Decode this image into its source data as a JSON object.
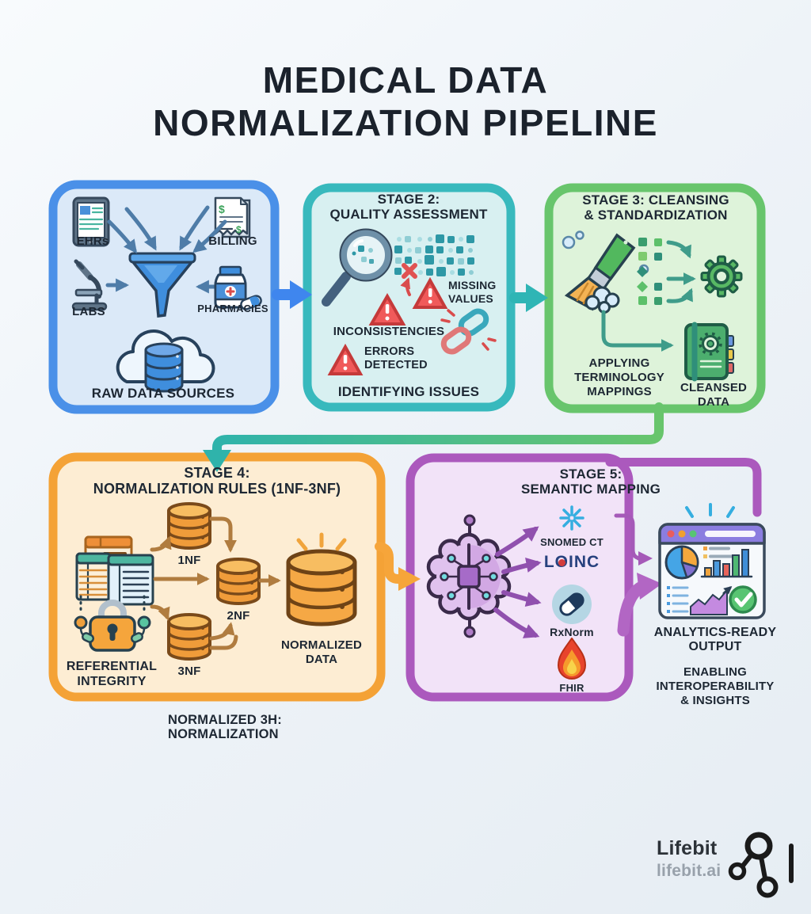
{
  "title": {
    "l1": "MEDICAL DATA",
    "l2": "NORMALIZATION PIPELINE"
  },
  "s1": {
    "ehrs": "EHRs",
    "billing": "BILLING",
    "labs": "LABS",
    "pharmacies": "PHARMACIES",
    "caption": "RAW DATA SOURCES"
  },
  "s2": {
    "title": [
      "STAGE 2:",
      "QUALITY ASSESSMENT"
    ],
    "missing": [
      "MISSING",
      "VALUES"
    ],
    "inconsistencies": "INCONSISTENCIES",
    "errors": [
      "ERRORS",
      "DETECTED"
    ],
    "caption": "IDENTIFYING ISSUES"
  },
  "s3": {
    "title": [
      "STAGE 3: CLEANSING",
      "& STANDARDIZATION"
    ],
    "mapping": [
      "APPLYING",
      "TERMINOLOGY",
      "MAPPINGS"
    ],
    "cleansed": [
      "CLEANSED",
      "DATA"
    ]
  },
  "s4": {
    "title": [
      "STAGE 4:",
      "NORMALIZATION RULES (1NF-3NF)"
    ],
    "nf": [
      "1NF",
      "2NF",
      "3NF"
    ],
    "referential": [
      "REFERENTIAL",
      "INTEGRITY"
    ],
    "normalized": [
      "NORMALIZED",
      "DATA"
    ]
  },
  "s5": {
    "title": [
      "STAGE 5:",
      "SEMANTIC MAPPING"
    ],
    "snomed": "SNOMED CT",
    "loinc": "LOINC",
    "rxnorm": "RxNorm",
    "fhir": "FHIR"
  },
  "out": {
    "heading": [
      "ANALYTICS-READY",
      "OUTPUT"
    ],
    "sub": [
      "ENABLING",
      "INTEROPERABILITY",
      "& INSIGHTS"
    ]
  },
  "footnote": [
    "NORMALIZED 3H:",
    "NORMALIZATION"
  ],
  "brand": {
    "name": "Lifebit",
    "domain": "lifebit.ai"
  },
  "colors": {
    "stage1_border": "#4a90e8",
    "stage1_fill": "#dbe9f8",
    "stage2_border": "#38b9bd",
    "stage2_fill": "#d8f0f1",
    "stage3_border": "#68c56c",
    "stage3_fill": "#def3da",
    "stage4_border": "#f4a236",
    "stage4_fill": "#fdedd3",
    "stage5_border": "#ab59bd",
    "stage5_fill": "#f2e3f8",
    "warning_red": "#f05a5a",
    "snomed_blue": "#35aee0",
    "loinc_navy": "#27417e",
    "text_dark": "#1d2733",
    "brand_gray": "#98a1ab"
  },
  "icons": [
    "tablet-ehr",
    "billing-receipt",
    "microscope",
    "pill-bottle",
    "funnel",
    "cloud-database",
    "magnifier",
    "data-matrix",
    "warning-triangle",
    "broken-link",
    "cleaning-brush",
    "gear",
    "mapping-book",
    "source-tables",
    "padlock",
    "database-cylinder",
    "brain-circuit",
    "snomed-starburst",
    "rx-capsule",
    "fhir-flame",
    "analytics-window",
    "lifebit-network-logo"
  ]
}
